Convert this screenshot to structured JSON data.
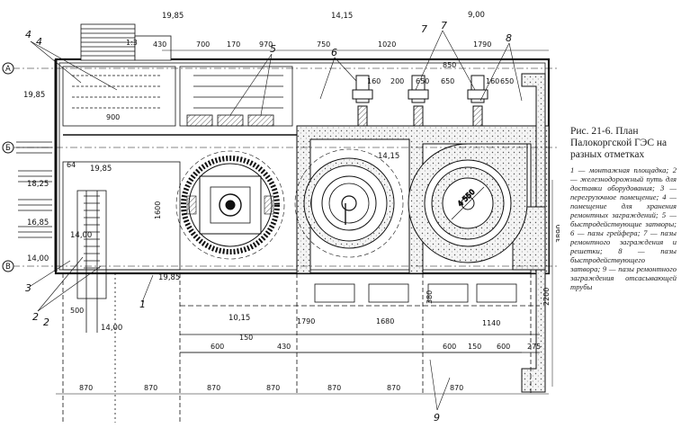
{
  "caption": {
    "title": "Рис. 21-6. План Палокоргской ГЭС на разных отметках",
    "legend": "1 — монтажная площадка; 2 — железнодорожный путь для доставки оборудования; 3 — перегрузочное помещение; 4 — помещение для хранения ремонтных заграждений; 5 — быстродействующие затворы; 6 — пазы грейфера; 7 — пазы ремонтного заграждения и решетки; 8 — пазы быстродействующего затвора; 9 — пазы ремонтного заграждения отсасывающей трубы"
  },
  "elevations": {
    "e1": "19,85",
    "e2": "14,15",
    "e3": "9,00",
    "e4": "19,85",
    "e5": "19,85",
    "e6": "14,15",
    "e7": "18,25",
    "e8": "16,85",
    "e9": "14,00",
    "e10": "14,00",
    "e11": "19,85",
    "e12": "14,00",
    "e13": "10,15"
  },
  "axes": {
    "a": "А",
    "b": "Б",
    "c": "В"
  },
  "dimensions": {
    "top": [
      "700",
      "170",
      "970",
      "750",
      "1020",
      "1790"
    ],
    "top_inner": [
      "850",
      "200",
      "650",
      "160",
      "650",
      "160",
      "650"
    ],
    "left": [
      "430",
      "1:3",
      "900",
      "64",
      "500"
    ],
    "mid": [
      "1600",
      "4 550",
      "3890",
      "2200",
      "1790",
      "1680",
      "1140",
      "380",
      "150"
    ],
    "bottom_row": [
      "600",
      "430",
      "600",
      "150",
      "600",
      "275"
    ],
    "bottom": [
      "870",
      "870",
      "870",
      "870",
      "870",
      "870",
      "870"
    ]
  },
  "references": [
    "1",
    "2",
    "2",
    "3",
    "4",
    "4",
    "5",
    "6",
    "7",
    "7",
    "8",
    "9"
  ]
}
